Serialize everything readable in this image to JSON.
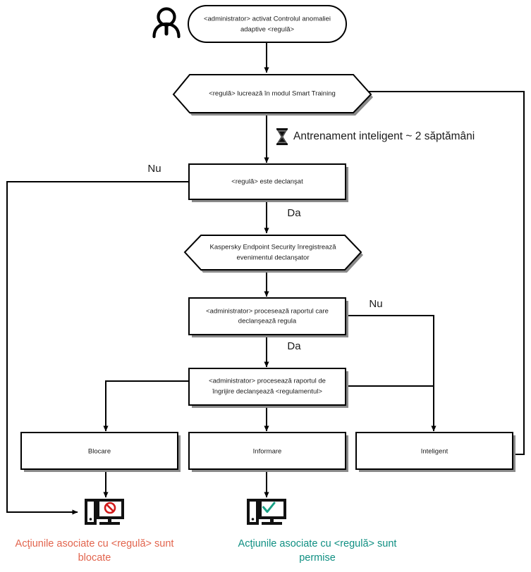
{
  "diagram": {
    "title": "Adaptive Anomaly Control rule workflow",
    "language": "ro",
    "colors": {
      "stroke": "#000000",
      "shape_fill": "#ffffff",
      "shadow": "#8a8a8a",
      "blocked_text": "#e2644d",
      "allowed_text": "#0f8f82",
      "block_symbol": "#d11a1a",
      "check_symbol": "#18a085"
    },
    "actor": {
      "icon": "person-icon",
      "name": "administrator-actor"
    },
    "nodes": {
      "start": {
        "id": "start-node",
        "shape": "stadium",
        "text_line1": "<administrator> activat Controlul anomaliei",
        "text_line2": "adaptive <regulă>"
      },
      "smart_training": {
        "id": "smart-training-node",
        "shape": "hexagon",
        "text": "<regulă> lucrează în modul Smart Training"
      },
      "rule_triggered": {
        "id": "rule-triggered-node",
        "shape": "rectangle",
        "text": "<regulă> este declanşat"
      },
      "kes_logs": {
        "id": "kes-logs-event-node",
        "shape": "hexagon",
        "text_line1": "Kaspersky Endpoint Security înregistrează",
        "text_line2": "evenimentul declanşator"
      },
      "admin_processes_report": {
        "id": "admin-processes-report-node",
        "shape": "rectangle",
        "text_line1": "<administrator> procesează raportul care",
        "text_line2": "declanşează regula"
      },
      "admin_processes_care_report": {
        "id": "admin-processes-care-report-node",
        "shape": "rectangle",
        "text_line1": "<administrator> procesează raportul de",
        "text_line2": "îngrijire declanşează <regulamentul>"
      },
      "block": {
        "id": "block-action-node",
        "shape": "rectangle",
        "text": "Blocare"
      },
      "inform": {
        "id": "inform-action-node",
        "shape": "rectangle",
        "text": "Informare"
      },
      "smart": {
        "id": "smart-action-node",
        "shape": "rectangle",
        "text": "Inteligent"
      }
    },
    "annotations": {
      "training_note": {
        "icon": "hourglass-icon",
        "text": "Antrenament inteligent ~ 2 săptămâni"
      }
    },
    "branch_labels": {
      "rule_triggered_no": "Nu",
      "rule_triggered_yes": "Da",
      "report_no": "Nu",
      "report_yes": "Da"
    },
    "outcomes": {
      "blocked": {
        "icon": "monitor-blocked-icon",
        "caption_line1": "Acţiunile asociate cu <regulă> sunt",
        "caption_line2": "blocate"
      },
      "allowed": {
        "icon": "monitor-allowed-icon",
        "caption_line1": "Acţiunile asociate cu <regulă> sunt",
        "caption_line2": "permise"
      }
    }
  }
}
